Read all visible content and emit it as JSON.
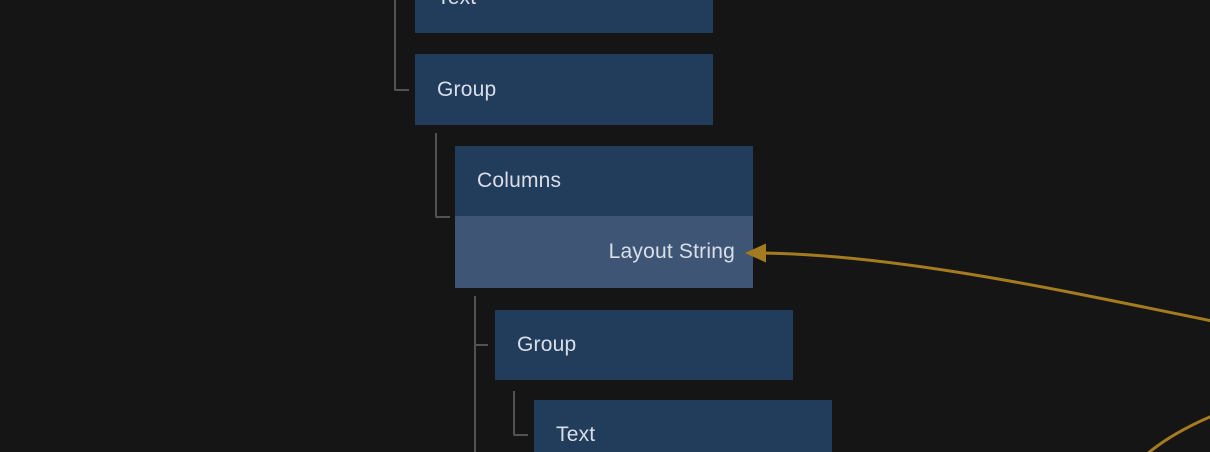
{
  "canvas": {
    "background_color": "#151515",
    "connector_color": "#525252",
    "edge_color": "#A57B20",
    "node_fill": "#223C5C",
    "node_fill_highlight": "#3E5575",
    "node_text_color": "#D9DFE8"
  },
  "tree": {
    "nodes": [
      {
        "label": "Text",
        "highlighted": false
      },
      {
        "label": "Group",
        "highlighted": false
      },
      {
        "label": "Columns",
        "highlighted": false
      },
      {
        "label": "Layout String",
        "highlighted": true
      },
      {
        "label": "Group",
        "highlighted": false
      },
      {
        "label": "Text",
        "highlighted": false
      }
    ]
  },
  "edges": [
    {
      "name": "incoming-connection-to-layout-string",
      "direction": "arrow-points-left-into-layout-string"
    },
    {
      "name": "offscreen-connection-bottom-right",
      "direction": "exits-canvas"
    }
  ]
}
